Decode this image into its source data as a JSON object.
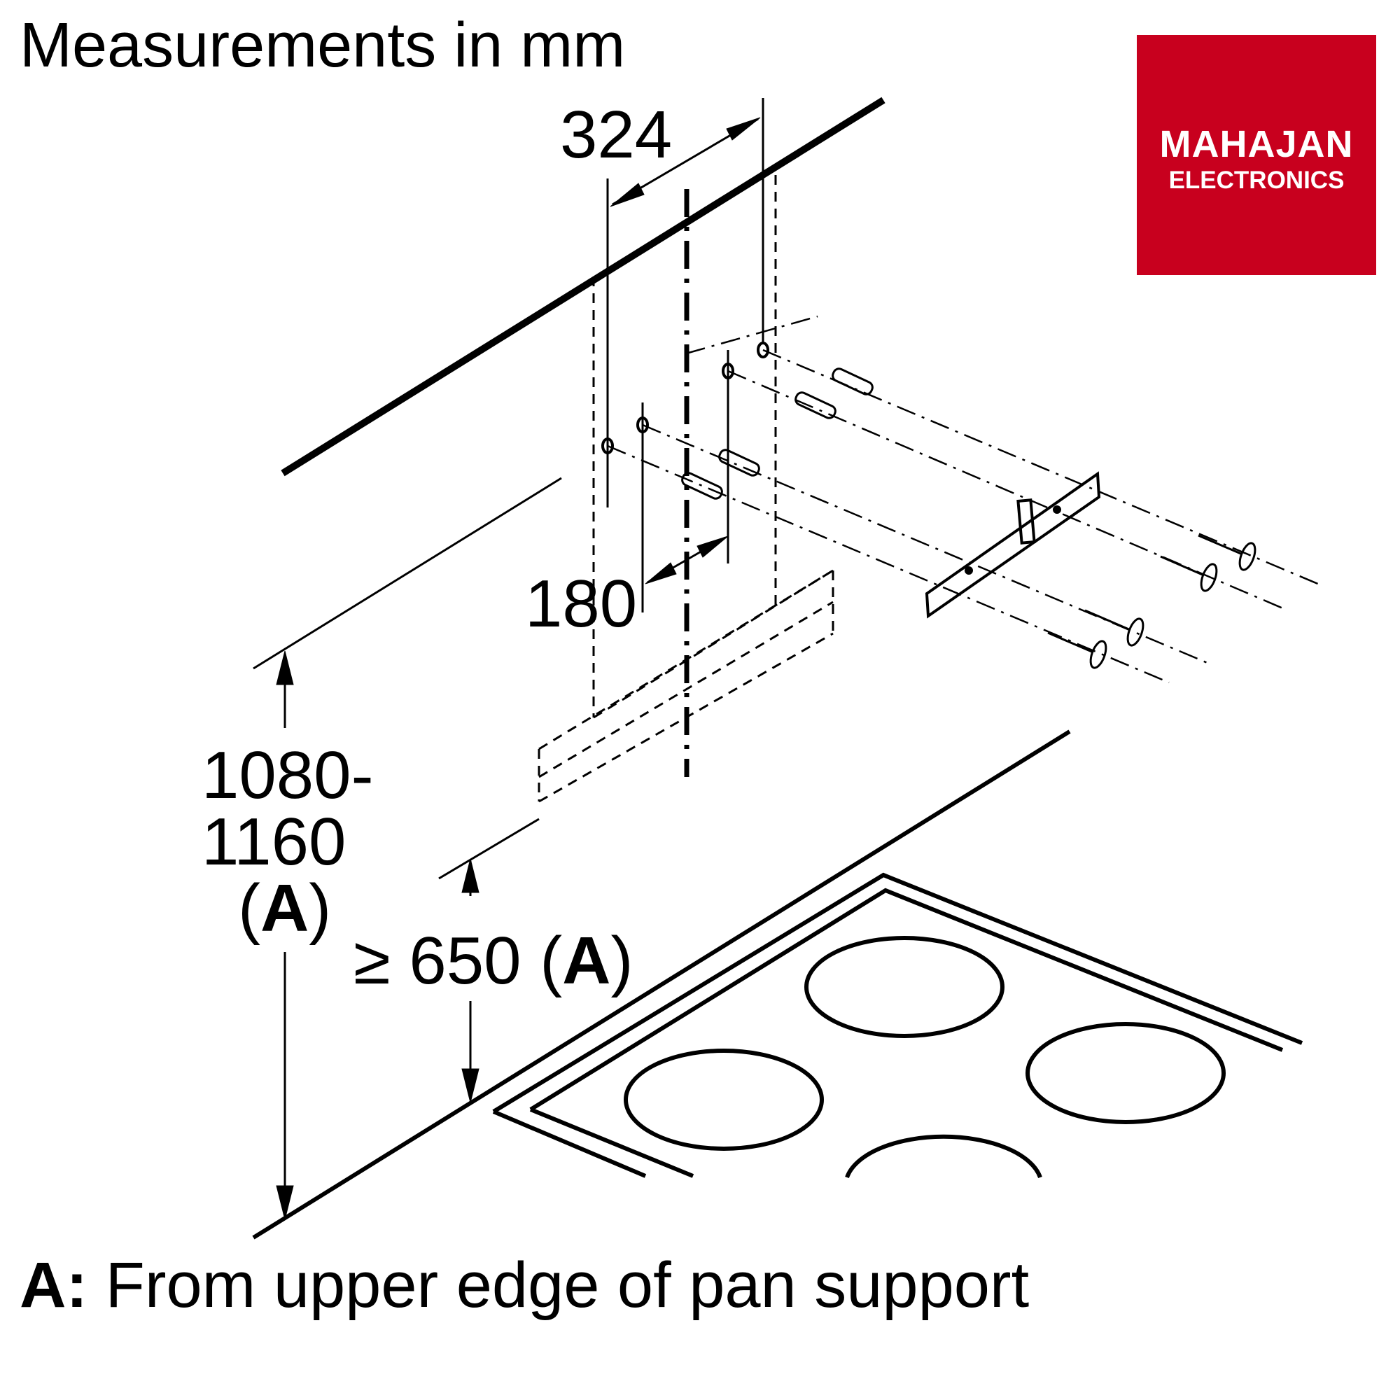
{
  "title": "Measurements in mm",
  "logo": {
    "line1": "MAHAJAN",
    "line2": "ELECTRONICS",
    "color": "#c8001e"
  },
  "dimensions": {
    "width_top": "324",
    "width_inner": "180",
    "height_range_1": "1080-",
    "height_range_2": "1160",
    "height_range_note_open": "(",
    "height_range_note_A": "A",
    "height_range_note_close": ")",
    "min_height_prefix": "≥ 650 (",
    "min_height_A": "A",
    "min_height_suffix": ")"
  },
  "footer": {
    "label": "A:",
    "text": " From upper edge of pan support"
  }
}
